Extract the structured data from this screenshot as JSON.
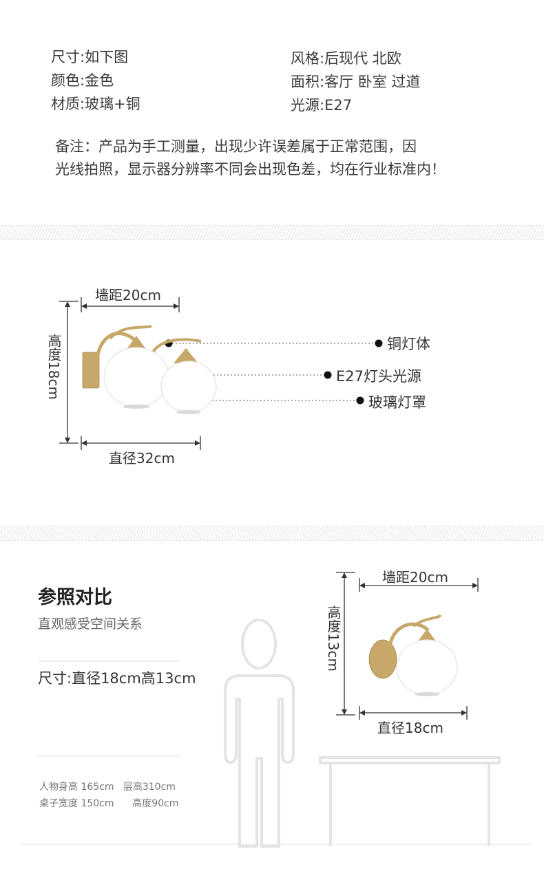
{
  "specs": {
    "left": [
      "尺寸:如下图",
      "颜色:金色",
      "材质:玻璃+铜"
    ],
    "right": [
      "风格:后现代 北欧",
      "面积:客厅  卧室  过道",
      "光源:E27"
    ]
  },
  "note": {
    "line1": "备注：产品为手工测量，出现少许误差属于正常范围，因",
    "line2": "光线拍照，显示器分辨率不同会出现色差，均在行业标准内！"
  },
  "diagram1": {
    "wall_distance": "墙距20cm",
    "height": "高度18cm",
    "diameter": "直径32cm",
    "callouts": [
      "铜灯体",
      "E27灯头光源",
      "玻璃灯罩"
    ]
  },
  "comparison": {
    "title": "参照对比",
    "subtitle": "直观感受空间关系",
    "size": "尺寸:直径18cm高13cm",
    "ref_line1": "人物身高 165cm   层高310cm",
    "ref_line2": "桌子宽度 150cm      高度90cm"
  },
  "diagram2": {
    "wall_distance": "墙距20cm",
    "height": "高度13cm",
    "diameter": "直径18cm"
  },
  "colors": {
    "brass": "#c7a76a",
    "glass": "#ffffff",
    "line": "#333333",
    "outline": "#e4e4e4"
  }
}
